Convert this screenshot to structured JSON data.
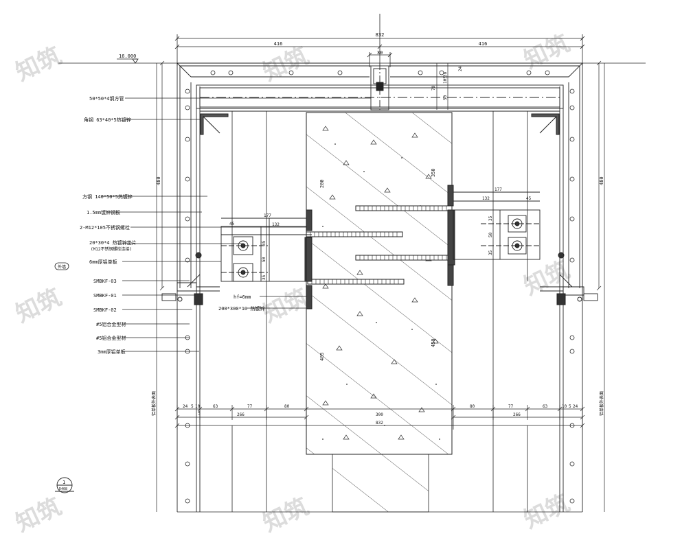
{
  "drawing": {
    "top_dims": {
      "overall": "832",
      "left_half": "416",
      "right_half": "416",
      "center_gap": "30"
    },
    "level_mark": "16.000",
    "right_stack_dims": [
      "24",
      "105",
      "70",
      "50",
      "38"
    ],
    "left_vertical_dim": "480",
    "right_vertical_dim": "480",
    "column_dims": [
      "200",
      "350",
      "405",
      "450"
    ],
    "left_plate_dims": {
      "top": "177",
      "inner": "132",
      "left": "45",
      "v1": "35",
      "v2": "50",
      "v3": "35"
    },
    "right_plate_dims": {
      "top": "177",
      "inner": "132",
      "right": "45",
      "v1": "35",
      "v2": "50",
      "v3": "35"
    },
    "callouts": [
      "50*50*4钢方管",
      "角钢 63*40*5热镀锌",
      "方钢 140*50*5热镀锌",
      "1.5mm镀锌钢板",
      "2-M12*105不锈钢螺栓",
      "20*30*4 热镀锌垫片",
      "(M12不锈钢螺栓连接)",
      "6mm厚铝单板",
      "SMBKF-03",
      "SMBKF-01",
      "SMBKF-02",
      "#5铝合金型材",
      "#5铝合金型材",
      "3mm厚铝单板"
    ],
    "weld_label": "hf=6mm",
    "embed_label": "200*300*10 热镀锌",
    "side_tag": "外墙",
    "bottom_dims_left": [
      "24",
      "5",
      "10",
      "5",
      "63",
      "77",
      "80"
    ],
    "bottom_dims_right": [
      "80",
      "77",
      "63",
      "10",
      "5",
      "24"
    ],
    "bottom_266_left": "266",
    "bottom_266_right": "266",
    "bottom_center": "300",
    "bottom_total": "832",
    "left_side_note": "铝单板外表面",
    "right_side_note": "铝单板外表面",
    "detail_ref": {
      "number": "1",
      "sheet": "D408"
    },
    "watermark": "知筑"
  }
}
